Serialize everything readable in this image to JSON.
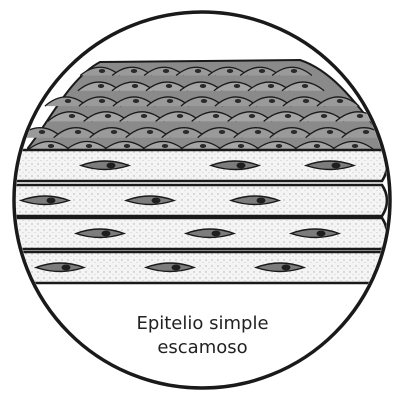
{
  "figure": {
    "subject": "tissue-illustration",
    "caption": {
      "line1": "Epitelio simple",
      "line2": "escamoso"
    },
    "layers": [
      {
        "name": "layer-1",
        "nuclei": 3
      },
      {
        "name": "layer-2",
        "nuclei": 3
      },
      {
        "name": "layer-3",
        "nuclei": 3
      },
      {
        "name": "layer-4",
        "nuclei": 3
      }
    ],
    "colors": {
      "ink": "#1a1a1a",
      "shade": "#8a8a8a",
      "paper": "#ffffff",
      "light": "#e6e6e6"
    }
  }
}
